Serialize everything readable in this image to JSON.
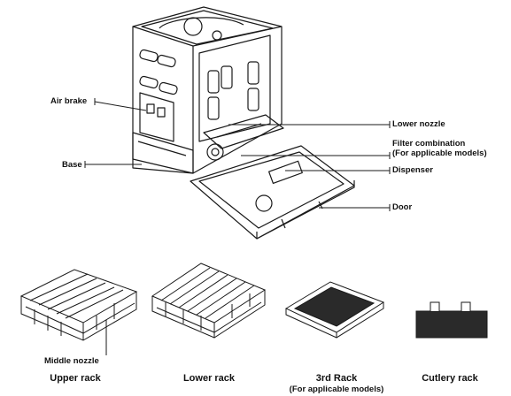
{
  "callouts": {
    "air_brake": "Air brake",
    "base": "Base",
    "lower_nozzle": "Lower nozzle",
    "filter_combination": "Filter combination",
    "filter_note": "(For applicable models)",
    "dispenser": "Dispenser",
    "door": "Door",
    "middle_nozzle": "Middle nozzle"
  },
  "racks": [
    {
      "caption": "Upper rack",
      "note": ""
    },
    {
      "caption": "Lower rack",
      "note": ""
    },
    {
      "caption": "3rd Rack",
      "note": "(For applicable models)"
    },
    {
      "caption": "Cutlery rack",
      "note": ""
    }
  ],
  "colors": {
    "line": "#1a1a1a",
    "fill": "#ffffff",
    "mesh": "#2a2a2a"
  }
}
